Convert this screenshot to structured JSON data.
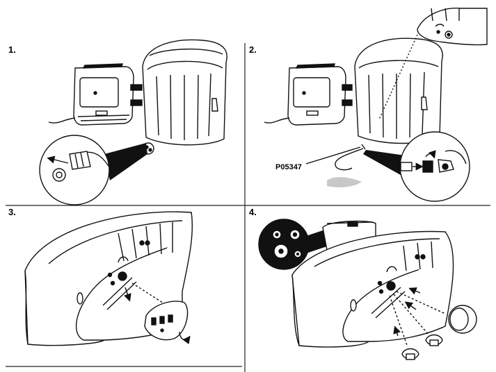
{
  "steps": [
    {
      "number": "1."
    },
    {
      "number": "2."
    },
    {
      "number": "3."
    },
    {
      "number": "4."
    }
  ],
  "part_code": "P05347",
  "colors": {
    "line": "#111111",
    "panel_divider": "#222222",
    "water_stain": "#c8c8c8",
    "fill": "#ffffff",
    "dark": "#1a1a1a"
  },
  "icons": [
    "pump-unit-icon",
    "spa-tub-icon",
    "hose-connector-icon",
    "drain-valve-icon",
    "filter-cartridge-icon",
    "jet-outlet-icon",
    "magnifier-callout-icon",
    "rotate-arrow-icon",
    "arrow-icon"
  ]
}
